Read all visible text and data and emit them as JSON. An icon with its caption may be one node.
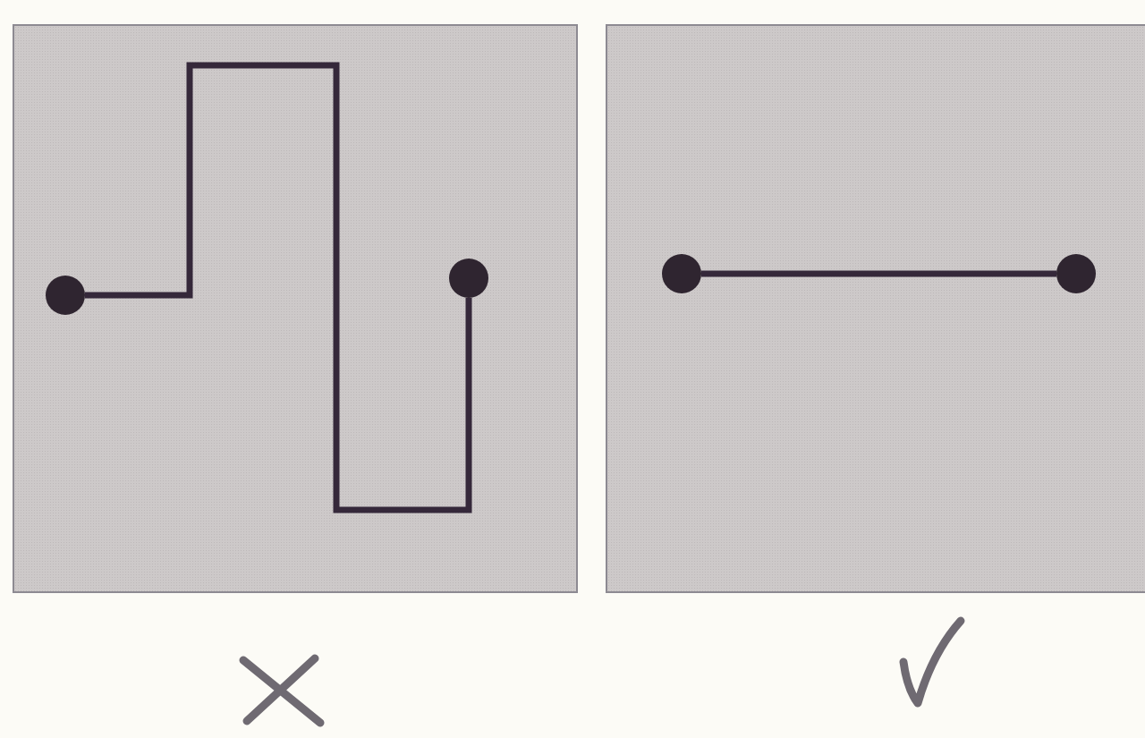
{
  "diagram": {
    "nodes": [
      {
        "text": [],
        "shape": "box"
      },
      {
        "text": [],
        "shape": "circle",
        "in": 0
      },
      {
        "text": [],
        "shape": "circle",
        "in": 0
      },
      {
        "text": [],
        "shape": "box"
      },
      {
        "text": [],
        "shape": "circle",
        "in": 3
      },
      {
        "text": [],
        "shape": "circle",
        "in": 3
      }
    ],
    "edges": [
      {
        "from": 1,
        "to": 2,
        "arrow": "none"
      },
      {
        "from": 4,
        "to": 5,
        "arrow": "none"
      }
    ]
  }
}
